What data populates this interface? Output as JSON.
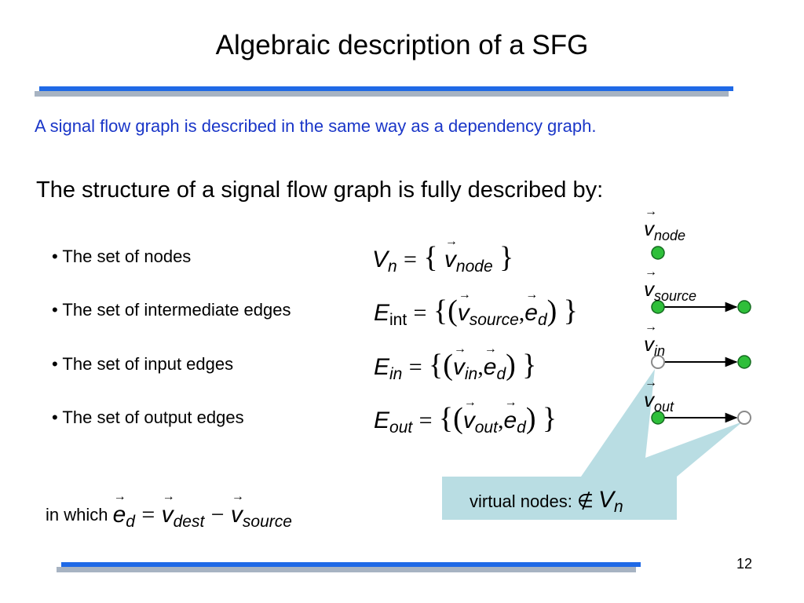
{
  "slide": {
    "title": "Algebraic description of a SFG",
    "subtitle": "A signal flow graph is described in the same way as a dependency graph.",
    "heading": "The structure of a signal flow graph is fully described by:",
    "page_number": "12"
  },
  "bullets": [
    {
      "label": "• The set of nodes",
      "lhs": "V",
      "lhs_sub": "n",
      "eq": "=",
      "open": "{",
      "vec": "v",
      "vec_sub": "node",
      "close": "}"
    },
    {
      "label": "• The set of intermediate edges",
      "lhs": "E",
      "lhs_sub": "int",
      "eq": "=",
      "open": "{",
      "paren_open": "(",
      "vec": "v",
      "vec_sub": "source",
      "comma": ",",
      "vec2": "e",
      "vec2_sub": "d",
      "paren_close": ")",
      "close": "}"
    },
    {
      "label": "• The set of input edges",
      "lhs": "E",
      "lhs_sub": "in",
      "eq": "=",
      "open": "{",
      "paren_open": "(",
      "vec": "v",
      "vec_sub": "in",
      "comma": ",",
      "vec2": "e",
      "vec2_sub": "d",
      "paren_close": ")",
      "close": "}"
    },
    {
      "label": "• The set of output edges",
      "lhs": "E",
      "lhs_sub": "out",
      "eq": "=",
      "open": "{",
      "paren_open": "(",
      "vec": "v",
      "vec_sub": "out",
      "comma": ",",
      "vec2": "e",
      "vec2_sub": "d",
      "paren_close": ")",
      "close": "}"
    }
  ],
  "diagram": {
    "labels": [
      {
        "v": "v",
        "sub": "node"
      },
      {
        "v": "v",
        "sub": "source"
      },
      {
        "v": "v",
        "sub": "in"
      },
      {
        "v": "v",
        "sub": "out"
      }
    ],
    "node_color": "#2fbf3a",
    "virtual_node_color": "#ffffff",
    "callout_color": "#b9dde3"
  },
  "callout": {
    "text": "virtual nodes:",
    "symbol": "∉",
    "set": "V",
    "set_sub": "n"
  },
  "in_which": {
    "text": "in which",
    "lhs": "e",
    "lhs_sub": "d",
    "eq": "=",
    "a": "v",
    "a_sub": "dest",
    "minus": "−",
    "b": "v",
    "b_sub": "source"
  }
}
